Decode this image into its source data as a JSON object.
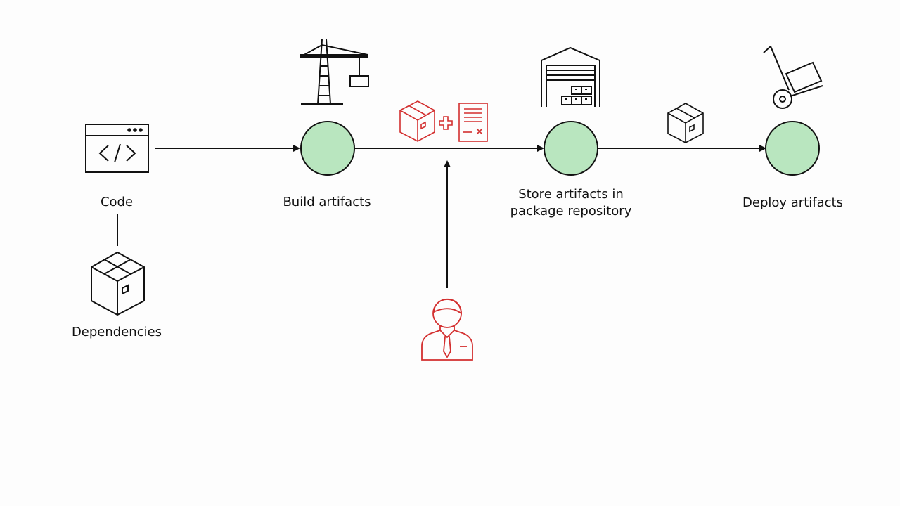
{
  "diagram": {
    "nodes": {
      "code": "Code",
      "build": "Build artifacts",
      "store_line1": "Store artifacts in",
      "store_line2": "package repository",
      "deploy": "Deploy artifacts",
      "dependencies": "Dependencies"
    },
    "colors": {
      "stage_fill": "#b9e6bf",
      "stroke": "#111111",
      "accent": "#d32f2f",
      "background": "#fdfdfd"
    },
    "icons": {
      "code": "code-window-icon",
      "build": "crane-icon",
      "store": "warehouse-icon",
      "deploy": "hand-truck-icon",
      "dependencies": "package-box-icon",
      "artifact_bundle": "package-plus-document-icon",
      "artifact": "small-package-icon",
      "user": "person-icon"
    }
  }
}
